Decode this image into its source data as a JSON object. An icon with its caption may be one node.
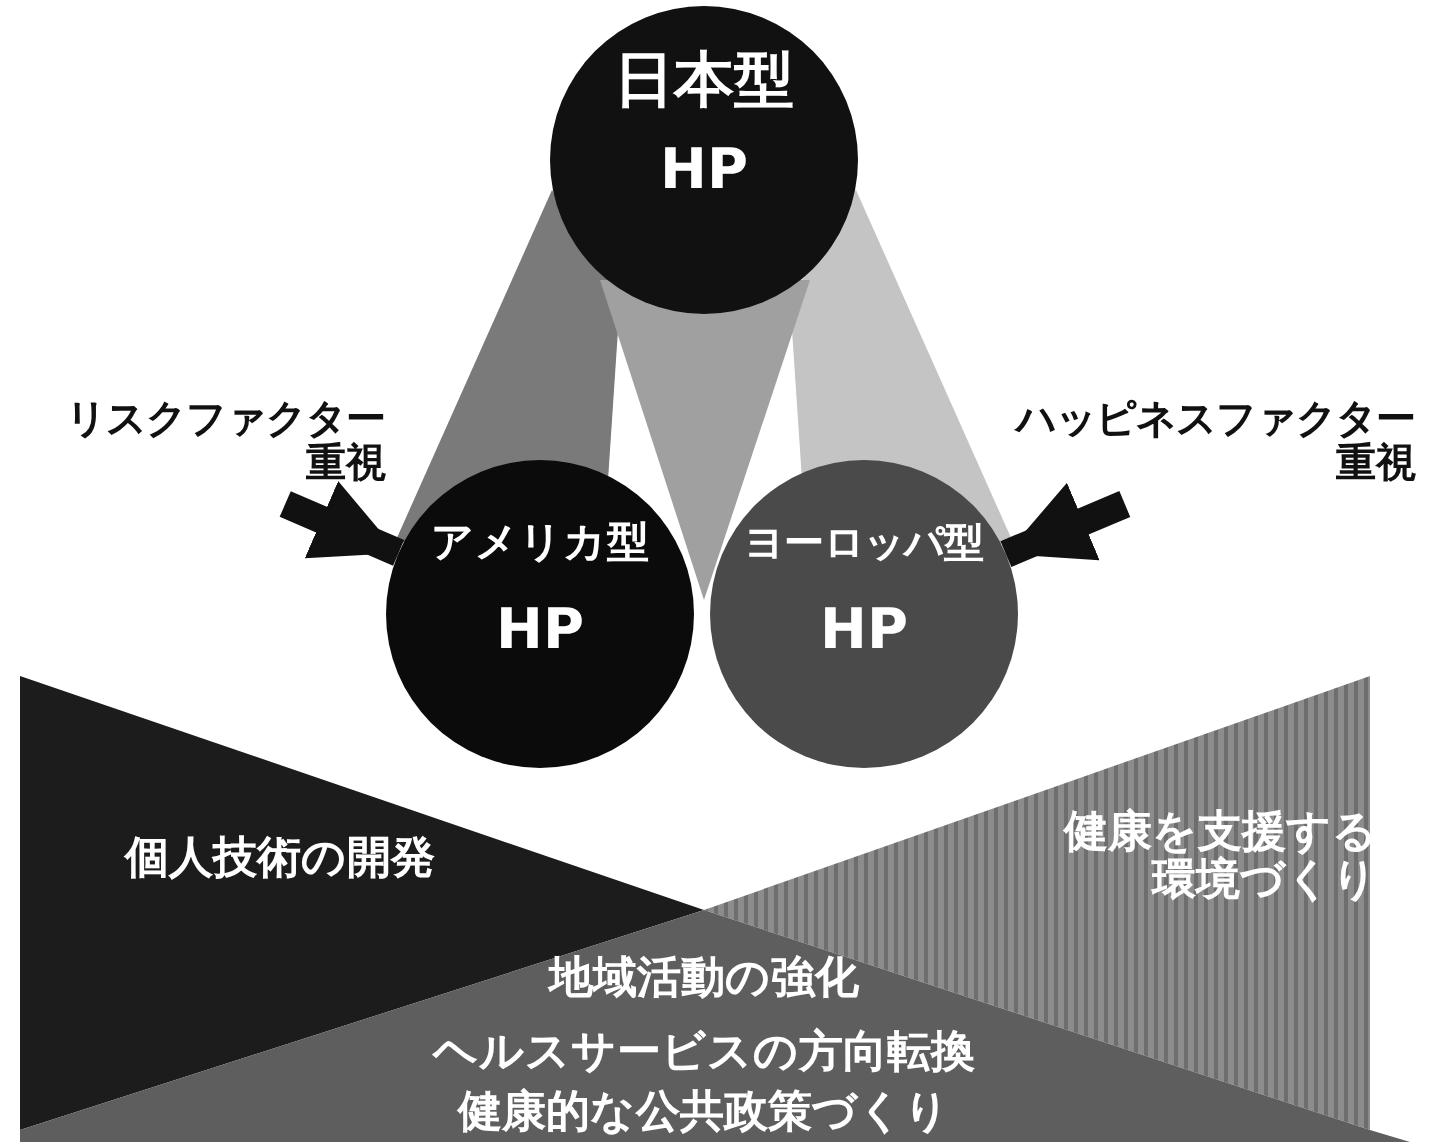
{
  "diagram": {
    "nodes": [
      {
        "text": [
          "日本型",
          "HP"
        ]
      },
      {
        "text": [
          "アメリカ型",
          "HP"
        ]
      },
      {
        "text": [
          "ヨーロッパ型",
          "HP"
        ]
      },
      {
        "text": [
          "リスクファクター重視"
        ]
      },
      {
        "text": [
          "ハッピネスファクター重視"
        ]
      },
      {
        "text": [
          "個人技術の開発"
        ]
      },
      {
        "text": [
          "健康を支援する環境づくり"
        ]
      },
      {
        "text": [
          "地域活動の強化",
          "ヘルスサービスの方向転換",
          "健康的な公共政策づくり"
        ]
      }
    ],
    "edges": [
      {
        "from": 3,
        "to": 1,
        "arrow": "to"
      },
      {
        "from": 4,
        "to": 2,
        "arrow": "to"
      }
    ]
  }
}
